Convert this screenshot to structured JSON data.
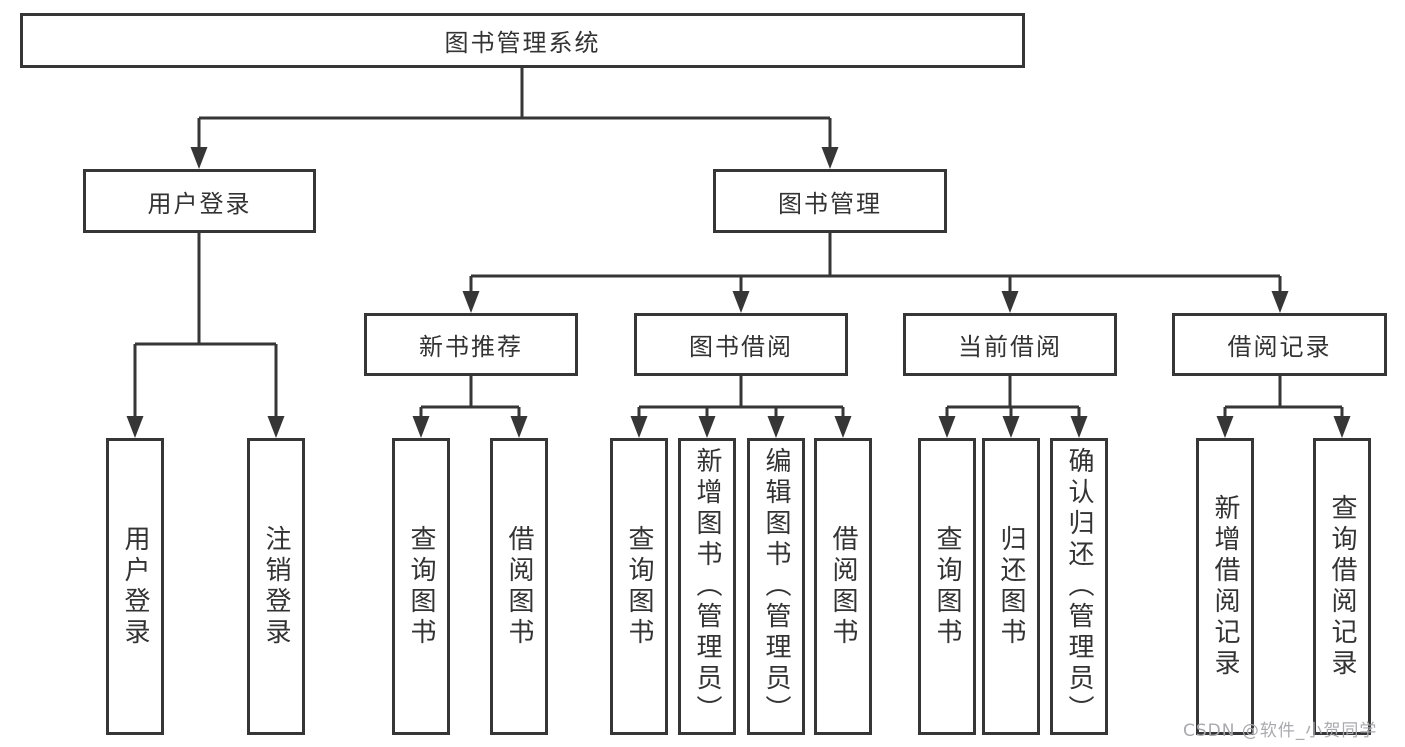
{
  "diagram": {
    "title_node": "图书管理系统",
    "level2": [
      "用户登录",
      "图书管理"
    ],
    "level3": [
      "新书推荐",
      "图书借阅",
      "当前借阅",
      "借阅记录"
    ],
    "leaves": {
      "login": [
        "用户登录",
        "注销登录"
      ],
      "recommend": [
        "查询图书",
        "借阅图书"
      ],
      "borrow": [
        "查询图书",
        "新增图书（管理员）",
        "编辑图书（管理员）",
        "借阅图书"
      ],
      "current": [
        "查询图书",
        "归还图书",
        "确认归还（管理员）"
      ],
      "records": [
        "新增借阅记录",
        "查询借阅记录"
      ]
    },
    "structure_note": {
      "图书管理系统": [
        "用户登录",
        "图书管理"
      ],
      "用户登录": [
        "用户登录",
        "注销登录"
      ],
      "图书管理": [
        "新书推荐",
        "图书借阅",
        "当前借阅",
        "借阅记录"
      ],
      "新书推荐": [
        "查询图书",
        "借阅图书"
      ],
      "图书借阅": [
        "查询图书",
        "新增图书（管理员）",
        "编辑图书（管理员）",
        "借阅图书"
      ],
      "当前借阅": [
        "查询图书",
        "归还图书",
        "确认归还（管理员）"
      ],
      "借阅记录": [
        "新增借阅记录",
        "查询借阅记录"
      ]
    },
    "colors": {
      "line": "#363636",
      "text": "#333333",
      "background": "#ffffff",
      "watermark": "#a9a9af"
    }
  },
  "watermark": "CSDN @软件_小贺同学"
}
